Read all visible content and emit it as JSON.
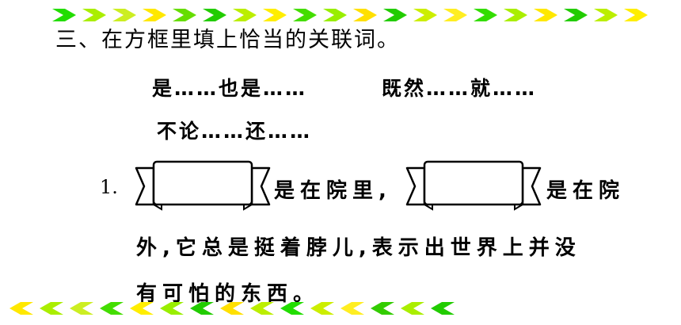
{
  "decoration": {
    "top_colors": [
      "#22dd00",
      "#aaee00",
      "#ccee22",
      "#ffe800",
      "#66dd00",
      "#22cc00",
      "#bbee00",
      "#ffee00",
      "#44dd00",
      "#99ee00",
      "#ffe000",
      "#22cc00",
      "#ccee00",
      "#ffee22",
      "#33dd00",
      "#aaee00",
      "#ffe800",
      "#22cc00",
      "#bbee00",
      "#ffee00"
    ],
    "bottom_colors": [
      "#ffe800",
      "#aaee00",
      "#ccee22",
      "#44dd00",
      "#ffee00",
      "#99ee00",
      "#22cc00",
      "#ffe000",
      "#bbee00",
      "#22dd00",
      "#ccee00",
      "#ffee22",
      "#33cc00",
      "#aaee00",
      "#22cc00"
    ]
  },
  "heading": "三、在方框里填上恰当的关联词。",
  "options": {
    "opt1": "是……也是……",
    "opt2": "既然……就……",
    "opt3": "不论……还……"
  },
  "question": {
    "number": "1.",
    "seg1": "是在院里,",
    "seg2": "是在院",
    "line2": "外,它总是挺着脖儿,表示出世界上并没",
    "line3": "有可怕的东西。",
    "blank1_value": "",
    "blank2_value": ""
  }
}
